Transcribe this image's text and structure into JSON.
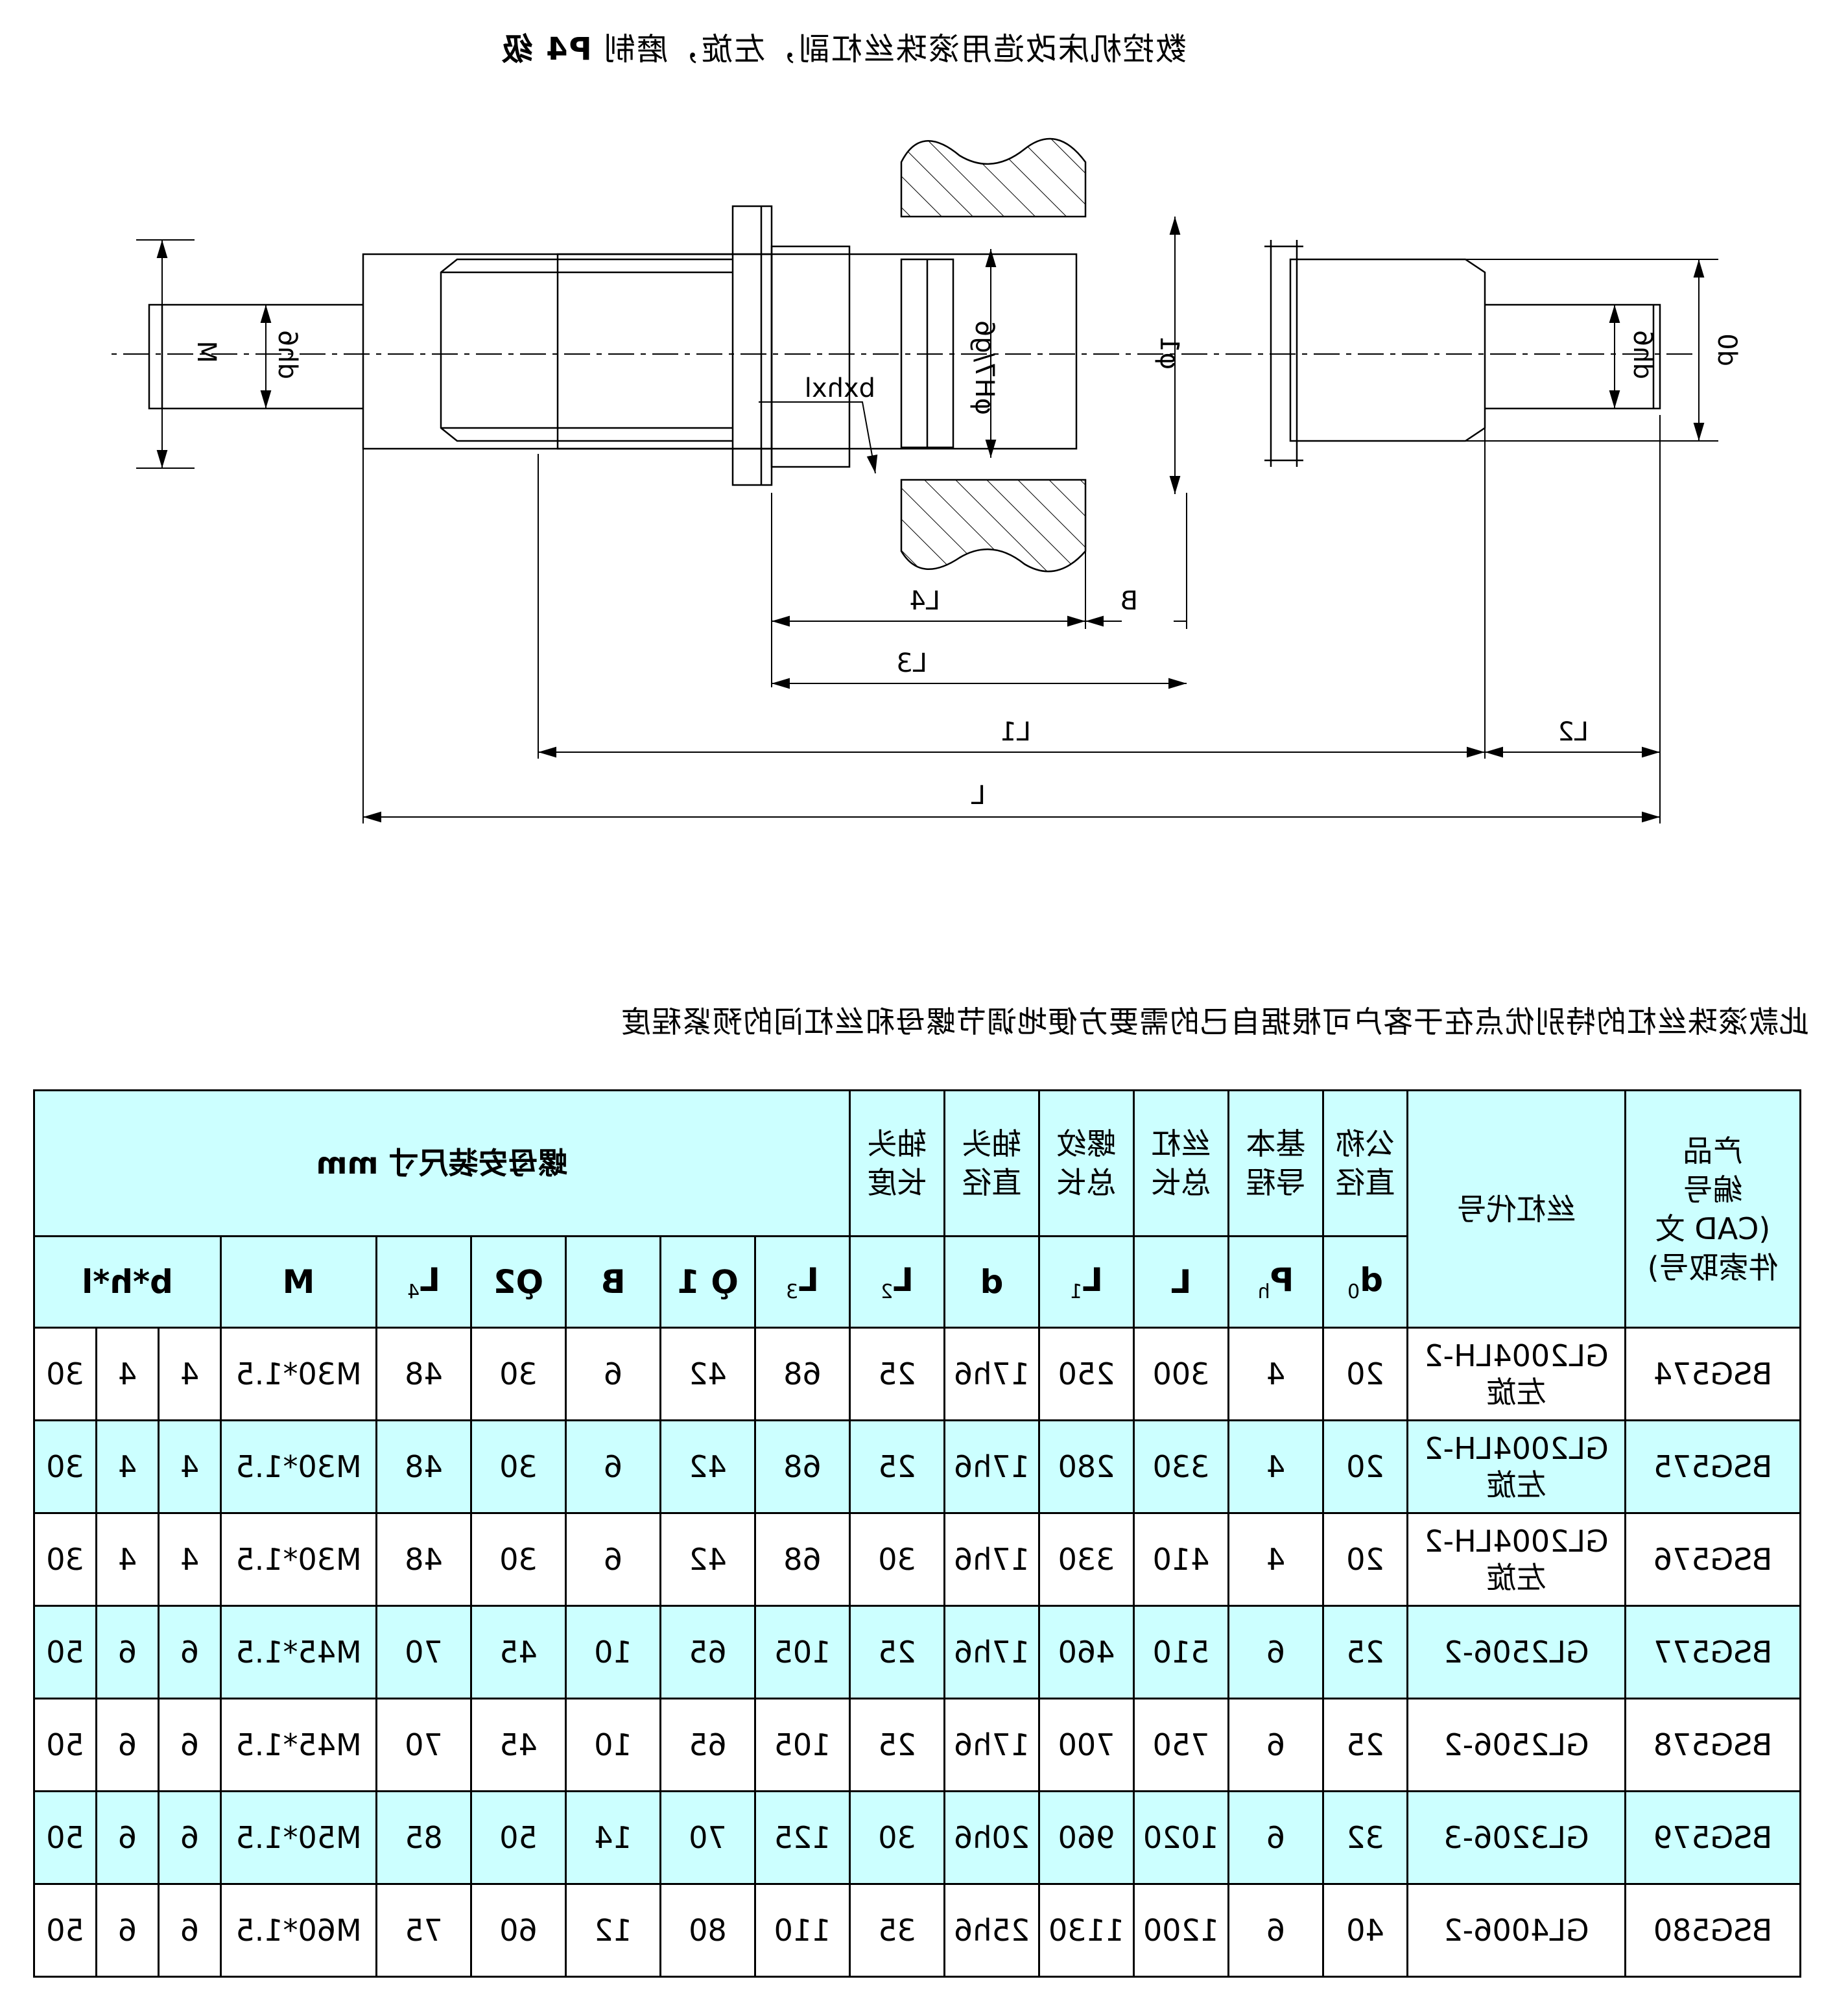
{
  "title": {
    "text": "数控机床改造用滚珠丝杠副，左旋，磨制 ",
    "grade": "P4 级"
  },
  "drawing_labels": {
    "M": "M",
    "dh6_left": "dh6",
    "dh6_right": "dh6",
    "d0": "d0",
    "phi_h7g6": "φH7/g6",
    "phi1": "φ1",
    "bxhxl": "bxhxl",
    "L4": "L4",
    "B": "B",
    "L3": "L3",
    "L1": "L1",
    "L2": "L2",
    "L": "L"
  },
  "caption": "此款滚珠丝杠的特别优点在于客户可根据自己的需要方便地调节螺母和丝杠间的预紧程度",
  "table": {
    "header_top": {
      "product": "产品\n编号\n(CAD 文\n件索取号)",
      "code": "丝杠代号",
      "d0": "公称\n直径",
      "ph": "基本\n导程",
      "L": "丝杠\n总长",
      "L1": "螺纹\n总长",
      "d": "轴头\n直径",
      "L2": "轴头\n长度",
      "nut": "螺母安装尺寸 mm"
    },
    "header_sub": {
      "d0": "d",
      "d0_sub": "0",
      "ph": "P",
      "ph_sub": "h",
      "L": "L",
      "L1": "L",
      "L1_sub": "1",
      "d": "d",
      "L2": "L",
      "L2_sub": "2",
      "L3": "L",
      "L3_sub": "3",
      "Q1": "Ǫ 1",
      "B": "B",
      "Q2": "Ǫ2",
      "L4": "L",
      "L4_sub": "4",
      "M": "M",
      "bhl": "b*h*l"
    },
    "rows": [
      {
        "product": "BSG574",
        "code": "GL2004LH-2",
        "code_note": "左旋",
        "d0": "20",
        "ph": "4",
        "L": "300",
        "L1": "250",
        "d": "17h6",
        "L2": "25",
        "L3": "68",
        "Q1": "42",
        "B": "6",
        "Q2": "30",
        "L4": "48",
        "M": "M30*1.5",
        "b": "4",
        "h": "4",
        "l": "30"
      },
      {
        "product": "BSG575",
        "code": "GL2004LH-2",
        "code_note": "左旋",
        "d0": "20",
        "ph": "4",
        "L": "330",
        "L1": "280",
        "d": "17h6",
        "L2": "25",
        "L3": "68",
        "Q1": "42",
        "B": "6",
        "Q2": "30",
        "L4": "48",
        "M": "M30*1.5",
        "b": "4",
        "h": "4",
        "l": "30"
      },
      {
        "product": "BSG576",
        "code": "GL2004LH-2",
        "code_note": "左旋",
        "d0": "20",
        "ph": "4",
        "L": "410",
        "L1": "330",
        "d": "17h6",
        "L2": "30",
        "L3": "68",
        "Q1": "42",
        "B": "6",
        "Q2": "30",
        "L4": "48",
        "M": "M30*1.5",
        "b": "4",
        "h": "4",
        "l": "30"
      },
      {
        "product": "BSG577",
        "code": "GL2506-2",
        "code_note": "",
        "d0": "25",
        "ph": "6",
        "L": "510",
        "L1": "460",
        "d": "17h6",
        "L2": "25",
        "L3": "105",
        "Q1": "65",
        "B": "10",
        "Q2": "45",
        "L4": "70",
        "M": "M45*1.5",
        "b": "6",
        "h": "6",
        "l": "50"
      },
      {
        "product": "BSG578",
        "code": "GL2506-2",
        "code_note": "",
        "d0": "25",
        "ph": "6",
        "L": "750",
        "L1": "700",
        "d": "17h6",
        "L2": "25",
        "L3": "105",
        "Q1": "65",
        "B": "10",
        "Q2": "45",
        "L4": "70",
        "M": "M45*1.5",
        "b": "6",
        "h": "6",
        "l": "50"
      },
      {
        "product": "BSG579",
        "code": "GL3206-3",
        "code_note": "",
        "d0": "32",
        "ph": "6",
        "L": "1020",
        "L1": "960",
        "d": "20h6",
        "L2": "30",
        "L3": "125",
        "Q1": "70",
        "B": "14",
        "Q2": "50",
        "L4": "85",
        "M": "M50*1.5",
        "b": "6",
        "h": "6",
        "l": "50"
      },
      {
        "product": "BSG580",
        "code": "GL4006-2",
        "code_note": "",
        "d0": "40",
        "ph": "6",
        "L": "1200",
        "L1": "1130",
        "d": "25h6",
        "L2": "35",
        "L3": "110",
        "Q1": "80",
        "B": "12",
        "Q2": "60",
        "L4": "75",
        "M": "M60*1.5",
        "b": "6",
        "h": "6",
        "l": "50"
      }
    ]
  }
}
